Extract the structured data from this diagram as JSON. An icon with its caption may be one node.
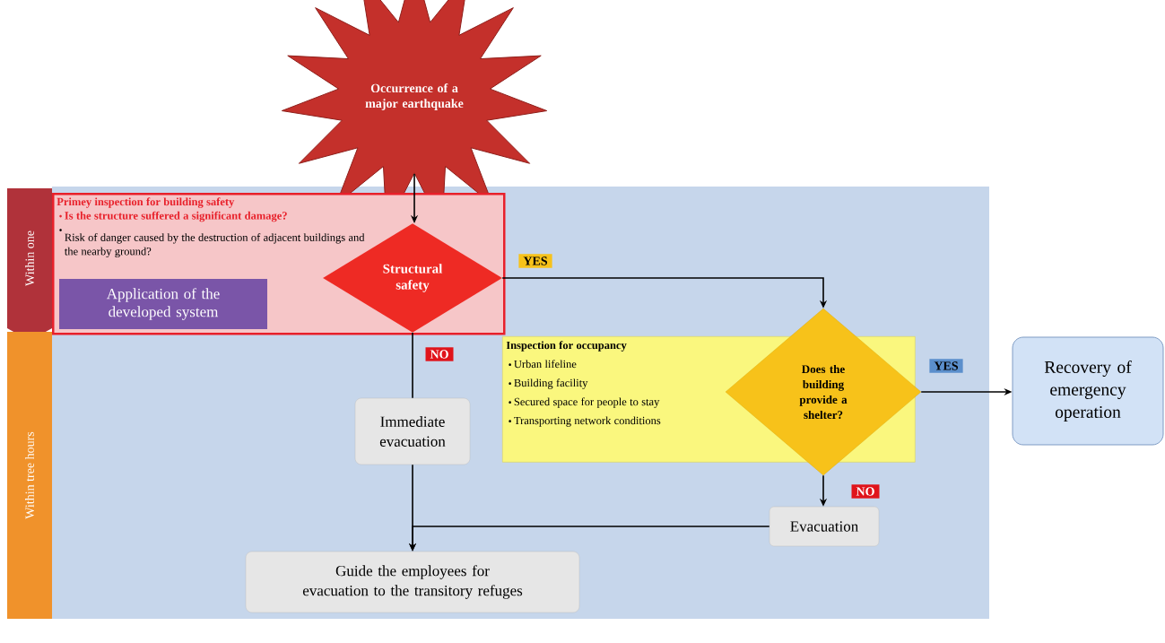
{
  "diagram": {
    "nodes": [
      {
        "text": [
          "Occurrence of a major earthquake"
        ]
      },
      {
        "text": [
          "Within one"
        ]
      },
      {
        "text": [
          "Within tree hours"
        ]
      },
      {
        "text": [
          "Primey inspection for building safety",
          "Is the structure suffered a significant damage?",
          "Risk of danger caused by the destruction of adjacent buildings and the nearby ground?"
        ]
      },
      {
        "text": [
          "Application of the developed system"
        ],
        "in": 3
      },
      {
        "text": [
          "Structural safety"
        ],
        "in": 3
      },
      {
        "text": [
          "Inspection for occupancy",
          "Urban lifeline",
          "Building facility",
          "Secured space for people to stay",
          "Transporting network conditions"
        ]
      },
      {
        "text": [
          "Does the building provide a shelter?"
        ]
      },
      {
        "text": [
          "Recovery of emergency operation"
        ]
      },
      {
        "text": [
          "Immediate evacuation"
        ]
      },
      {
        "text": [
          "Evacuation"
        ]
      },
      {
        "text": [
          "Guide the employees for evacuation to the transitory refuges"
        ]
      }
    ],
    "edges": [
      {
        "from": 0,
        "to": 5,
        "arrow": "to"
      },
      {
        "from": 5,
        "to": 7,
        "arrow": "to",
        "label": "YES"
      },
      {
        "from": 5,
        "to": 9,
        "arrow": "none",
        "label": "NO"
      },
      {
        "from": 7,
        "to": 8,
        "arrow": "to",
        "label": "YES"
      },
      {
        "from": 7,
        "to": 10,
        "arrow": "to",
        "label": "NO"
      },
      {
        "from": 9,
        "to": 11,
        "arrow": "to"
      },
      {
        "from": 10,
        "to": 11,
        "arrow": "to"
      }
    ]
  }
}
